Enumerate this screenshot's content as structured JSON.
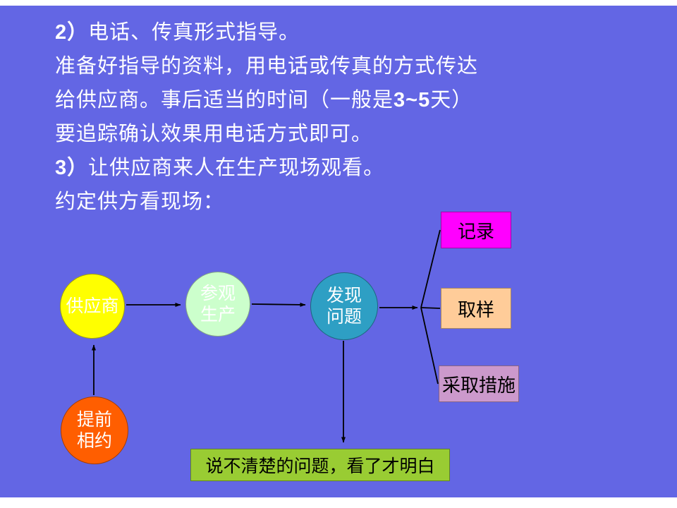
{
  "colors": {
    "background": "#6366E4",
    "margin": "#FFFFFF",
    "text": "#FFFFFF",
    "supplier_node": "#FFFF00",
    "appointment_node": "#FF5E00",
    "visit_node": "#CCFFCC",
    "problem_node": "#2E9FC4",
    "record_box": "#FF00FF",
    "sampling_box": "#FFCC99",
    "measures_box": "#CC99CC",
    "note_box": "#99CC33",
    "arrow": "#000000"
  },
  "paragraph": {
    "l1a": "2）",
    "l1b": "电话、传真形式指导。",
    "l2": "准备好指导的资料，用电话或传真的方式传达",
    "l3a": "给供应商。事后适当的时间（一般是",
    "l3b": "3~5",
    "l3c": "天）",
    "l4": "要追踪确认效果用电话方式即可。",
    "l5a": "3）",
    "l5b": "让供应商来人在生产现场观看。",
    "l6": "约定供方看现场："
  },
  "diagram": {
    "supplier": {
      "label": "供应商"
    },
    "appointment": {
      "line1": "提前",
      "line2": "相约"
    },
    "visit": {
      "line1": "参观",
      "line2": "生产"
    },
    "problem": {
      "line1": "发现",
      "line2": "问题"
    },
    "record": {
      "label": "记录"
    },
    "sampling": {
      "label": "取样"
    },
    "measures": {
      "label": "采取措施"
    },
    "note": {
      "label": "说不清楚的问题，看了才明白"
    }
  }
}
